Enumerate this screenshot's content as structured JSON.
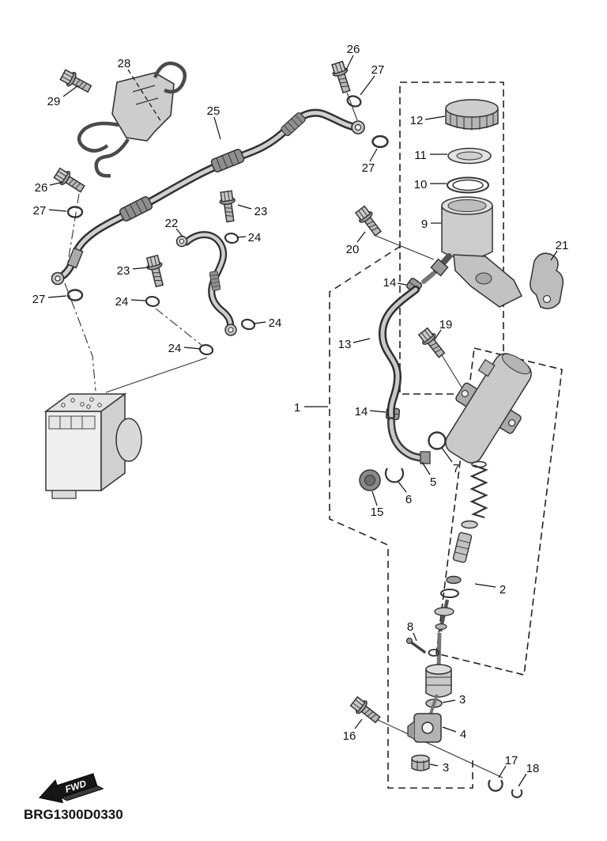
{
  "diagram": {
    "code": "BRG1300D0330",
    "fwd_arrow": "FWD",
    "callouts": [
      "29",
      "28",
      "26",
      "27",
      "25",
      "27",
      "26",
      "27",
      "23",
      "24",
      "22",
      "23",
      "24",
      "27",
      "24",
      "24",
      "12",
      "11",
      "10",
      "9",
      "20",
      "21",
      "14",
      "13",
      "19",
      "1",
      "14",
      "7",
      "5",
      "6",
      "15",
      "2",
      "8",
      "3",
      "4",
      "16",
      "3",
      "17",
      "18"
    ]
  }
}
